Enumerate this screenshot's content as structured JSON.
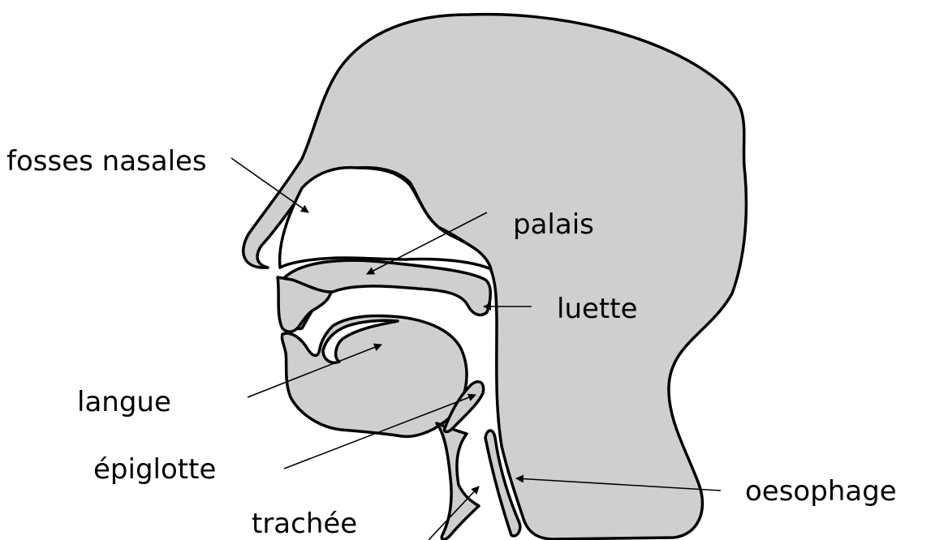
{
  "diagram": {
    "fill_color": "#cfcfcf",
    "stroke_color": "#000000",
    "labels": {
      "fosses_nasales": "fosses nasales",
      "palais": "palais",
      "luette": "luette",
      "langue": "langue",
      "epiglotte": "épiglotte",
      "trachee": "trachée",
      "oesophage": "oesophage"
    }
  }
}
